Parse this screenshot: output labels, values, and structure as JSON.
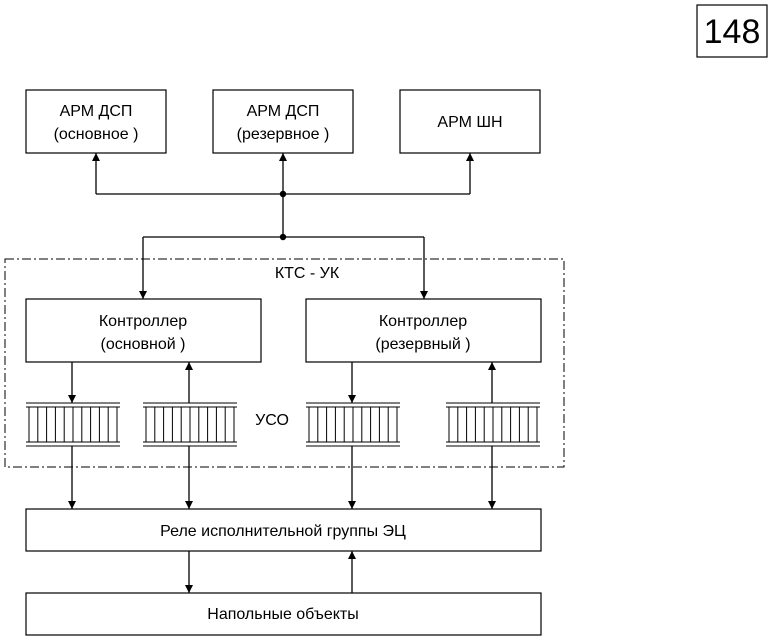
{
  "page_number": "148",
  "nodes": {
    "arm_dsp_main": {
      "line1": "АРМ ДСП",
      "line2": "(основное )"
    },
    "arm_dsp_reserve": {
      "line1": "АРМ ДСП",
      "line2": "(резервное )"
    },
    "arm_shn": {
      "label": "АРМ ШН"
    },
    "kts_uk": {
      "label": "КТС - УК"
    },
    "controller_main": {
      "line1": "Контроллер",
      "line2": "(основной )"
    },
    "controller_reserve": {
      "line1": "Контроллер",
      "line2": "(резервный )"
    },
    "uso": {
      "label": "УСО"
    },
    "relay_group": {
      "label": "Реле исполнительной группы ЭЦ"
    },
    "floor_objects": {
      "label": "Напольные объекты"
    }
  },
  "colors": {
    "stroke": "#000000",
    "background": "#ffffff"
  }
}
